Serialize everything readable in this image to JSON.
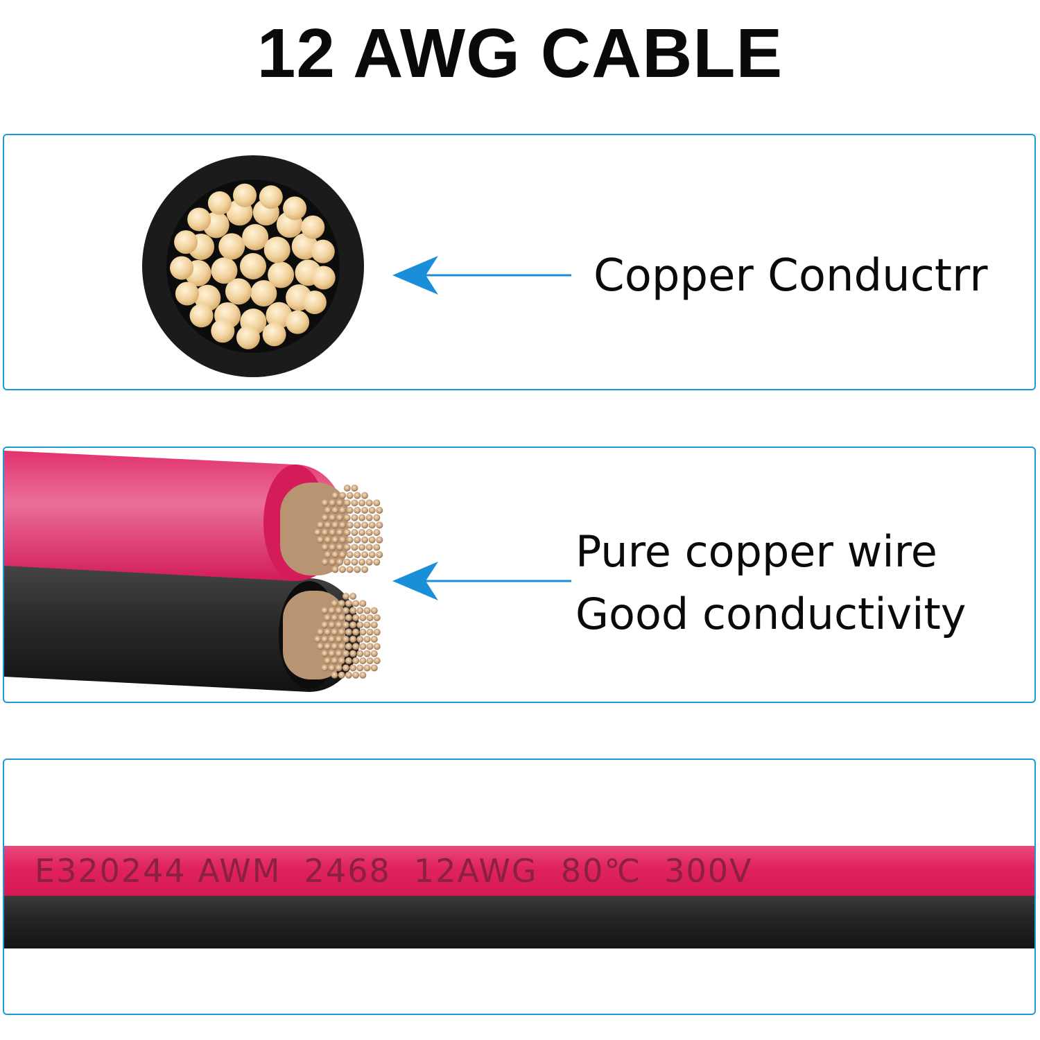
{
  "title": "12 AWG CABLE",
  "panels": {
    "conductor": {
      "label": "Copper Conductrr"
    },
    "wire": {
      "line1": "Pure copper wire",
      "line2": "Good conductivity"
    },
    "marking": {
      "text": "E320244 AWM  2468  12AWG  80℃  300V"
    }
  },
  "colors": {
    "frame": "#1a9bd8",
    "arrow": "#1a8fd8",
    "red_insulation": "#e0225f",
    "black_insulation": "#222222",
    "copper": "#f2d6a2"
  }
}
